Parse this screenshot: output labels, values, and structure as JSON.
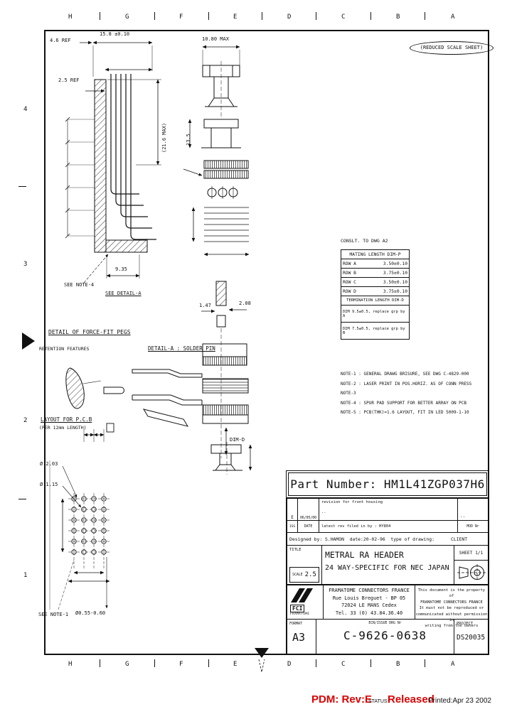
{
  "colors": {
    "ink": "#111111",
    "status_red": "#dd0000"
  },
  "frame": {
    "reduced_scale_note": "(REDUCED SCALE SHEET)",
    "zones_top": [
      "H",
      "G",
      "F",
      "E",
      "D",
      "C",
      "B",
      "A"
    ],
    "zones_bottom": [
      "H",
      "G",
      "F",
      "E",
      "D",
      "C",
      "B",
      "A"
    ],
    "zones_left": [
      "4",
      "3",
      "2",
      "1"
    ]
  },
  "dim_labels": [
    {
      "t": "4.6 REF"
    },
    {
      "t": "15.8 ±0.10"
    },
    {
      "t": "2.5 REF"
    },
    {
      "t": "10.80 MAX"
    },
    {
      "t": "(21.6 MAX)"
    },
    {
      "t": "13.5"
    },
    {
      "t": "9.35"
    },
    {
      "t": "SEE NOTE-4"
    },
    {
      "t": "SEE DETAIL-A"
    },
    {
      "t": "DETAIL OF FORCE-FIT PEGS"
    },
    {
      "t": "RETENTION FEATURES"
    },
    {
      "t": "DETAIL-A : SOLDER PIN"
    },
    {
      "t": "LAYOUT FOR P.C.B"
    },
    {
      "t": "(PER 12mm LENGTH)"
    },
    {
      "t": "Ø 2.03"
    },
    {
      "t": "Ø 1.15"
    },
    {
      "t": "SEE NOTE-1"
    },
    {
      "t": "Ø0.55-0.60"
    },
    {
      "t": "1.47"
    },
    {
      "t": "2.08"
    },
    {
      "t": "DIM-D"
    }
  ],
  "mating_table": {
    "consult_note": "CONSLT. TO DWG A2",
    "header": "MATING LENGTH DIM-P",
    "rows": [
      {
        "label": "ROW A",
        "value": "3.50±0.10"
      },
      {
        "label": "ROW B",
        "value": "3.75±0.10"
      },
      {
        "label": "ROW C",
        "value": "3.50±0.10"
      },
      {
        "label": "ROW D",
        "value": "3.75±0.10"
      }
    ],
    "term_header": "TERMINATION LENGTH DIM-D",
    "term_rows": [
      "DIM 9.5±0.5, replace grp by A",
      "DIM 7.5±0.5, replace grp by B"
    ]
  },
  "notes": [
    "NOTE-1 : GENERAL DRAWG BRISURE, SEE DWG C-4829-000",
    "NOTE-2 : LASER PRINT IN POS.HORIZ. AS OF CONN PRESS",
    "NOTE-3",
    "NOTE-4 : SPUR PAD SUPPORT FOR BETTER ARRAY ON PCB",
    "NOTE-5 : PCB(THK)=1.6 LAYOUT, FIT IN LED 5009-1-10"
  ],
  "part_number": {
    "text": "Part Number: HM1L41ZGP037H6"
  },
  "title_block": {
    "revision_row": {
      "iss": "E",
      "date": "06/05/00",
      "desc1": "revision for front housing",
      "desc2": "..",
      "mod": ".."
    },
    "revision_header": {
      "iss": "ISS",
      "date": "DATE",
      "desc": "latest rev filed in by : HY804",
      "mod": "MOD Nr"
    },
    "designed_row": "Designed by: S.HAMON  date:20-02-96  type of drawing:      CLIENT",
    "title_label": "TITLE",
    "title_line1": "METRAL RA HEADER",
    "title_line2": "24 WAY-SPECIFIC FOR NEC JAPAN",
    "scale_label": "SCALE",
    "scale_value": "2.5",
    "sheet": "SHEET 1/1",
    "logo_main": "FCI",
    "logo_sub": "FRAMATOME",
    "company_name": "FRAMATOME CONNECTORS FRANCE",
    "company_addr1": "Rue Louis Breguet - BP 05",
    "company_addr2": "72024 LE MANS Cedex",
    "company_addr3": "Tel. 33 (0) 43.84.36.40",
    "property_lines": [
      "This document is the property of",
      "FRAMATOME CONNECTORS FRANCE",
      "It must not be reproduced or",
      "communicated without permission in",
      "writing from the owners"
    ],
    "format_label": "FORMAT",
    "format_value": "A3",
    "drg_label": "ECN/ISSUE DRG Nr",
    "drg_value": "C-9626-0638",
    "project_label": "PROJECT",
    "project_value": "DS20035"
  },
  "status_bar": {
    "pdm": "PDM: Rev:E",
    "status_label": "STATUS:",
    "status_value": "Released",
    "printed": "Printed:Apr 23 2002"
  }
}
